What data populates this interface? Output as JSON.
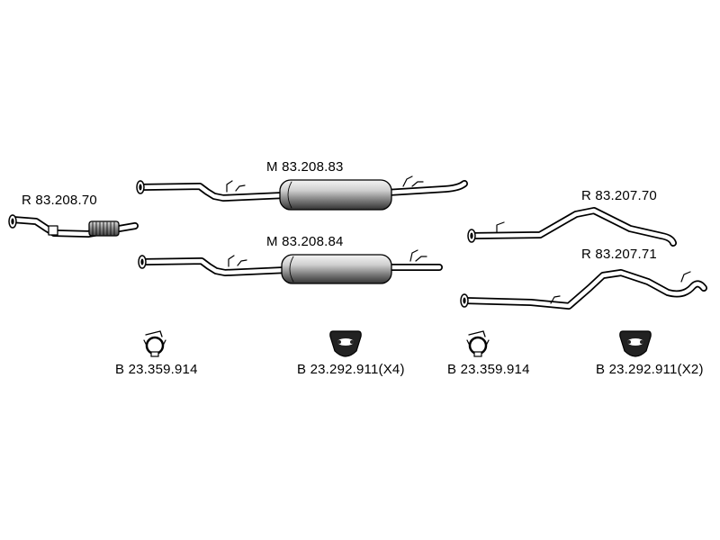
{
  "parts": [
    {
      "id": "r1",
      "label": "R 83.208.70",
      "icon": "front-pipe-with-flex-icon"
    },
    {
      "id": "m1",
      "label": "M 83.208.83",
      "icon": "center-muffler-icon"
    },
    {
      "id": "m2",
      "label": "M 83.208.84",
      "icon": "center-muffler-icon"
    },
    {
      "id": "r2",
      "label": "R 83.207.70",
      "icon": "tail-pipe-icon"
    },
    {
      "id": "r3",
      "label": "R 83.207.71",
      "icon": "tail-pipe-icon"
    }
  ],
  "fittings": [
    {
      "id": "c1",
      "label": "B 23.359.914",
      "icon": "pipe-clamp-icon"
    },
    {
      "id": "h1",
      "label": "B 23.292.911(X4)",
      "icon": "rubber-hanger-icon"
    },
    {
      "id": "c2",
      "label": "B 23.359.914",
      "icon": "pipe-clamp-icon"
    },
    {
      "id": "h2",
      "label": "B 23.292.911(X2)",
      "icon": "rubber-hanger-icon"
    }
  ]
}
